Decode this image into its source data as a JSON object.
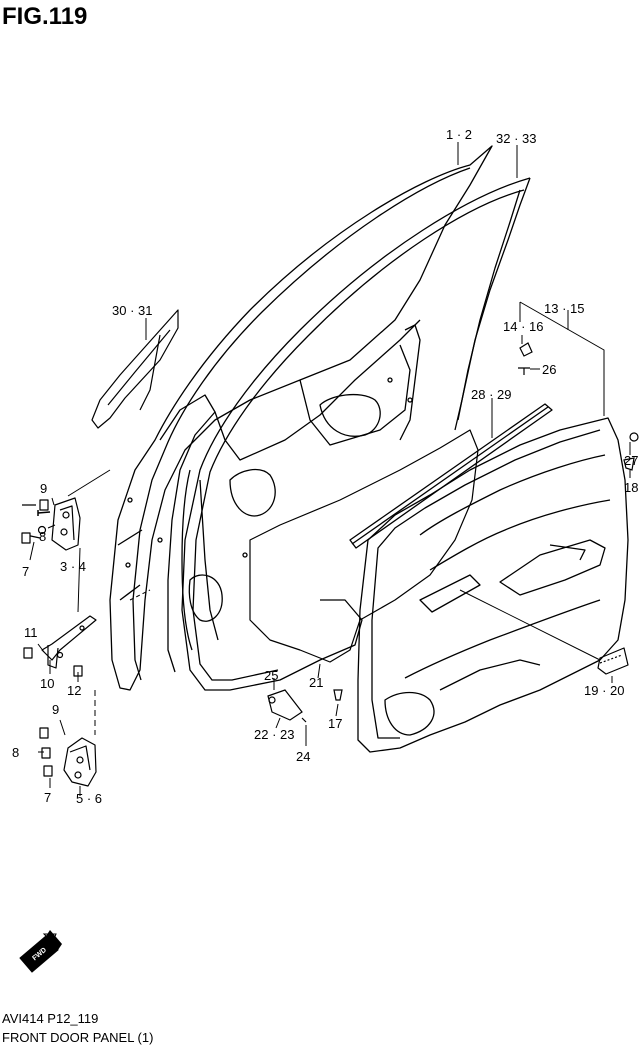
{
  "figure": {
    "title": "FIG.119",
    "code": "AVI414 P12_119",
    "caption": "FRONT DOOR PANEL (1)"
  },
  "callouts": {
    "p1_2": "1 · 2",
    "p32_33": "32 · 33",
    "p30_31": "30 · 31",
    "p13_15": "13 · 15",
    "p14_16": "14 · 16",
    "p26": "26",
    "p28_29": "28 · 29",
    "p27": "27",
    "p18": "18",
    "p9a": "9",
    "p8a": "8",
    "p7a": "7",
    "p3_4": "3 · 4",
    "p11": "11",
    "p10": "10",
    "p12": "12",
    "p9b": "9",
    "p8b": "8",
    "p7b": "7",
    "p5_6": "5 · 6",
    "p21": "21",
    "p25": "25",
    "p22_23": "22 · 23",
    "p24": "24",
    "p17": "17",
    "p19_20": "19 · 20"
  },
  "fwd_marker": "FWD"
}
